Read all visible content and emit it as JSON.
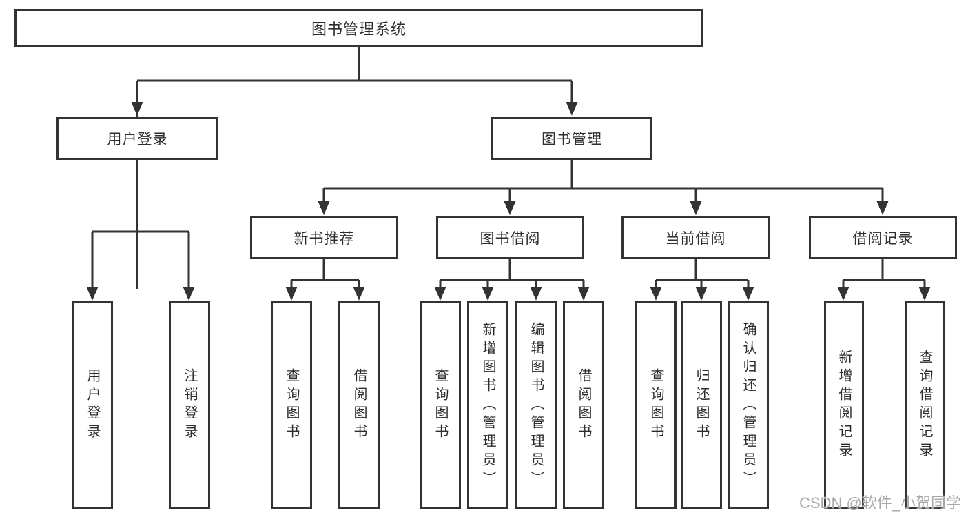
{
  "diagram": {
    "root": {
      "label": "图书管理系统"
    },
    "level2": [
      {
        "label": "用户登录"
      },
      {
        "label": "图书管理"
      }
    ],
    "level3": [
      {
        "label": "新书推荐"
      },
      {
        "label": "图书借阅"
      },
      {
        "label": "当前借阅"
      },
      {
        "label": "借阅记录"
      }
    ],
    "leaves": [
      {
        "label": "用户登录"
      },
      {
        "label": "注销登录"
      },
      {
        "label": "查询图书"
      },
      {
        "label": "借阅图书"
      },
      {
        "label": "查询图书"
      },
      {
        "label": "新增图书（管理员）"
      },
      {
        "label": "编辑图书（管理员）"
      },
      {
        "label": "借阅图书"
      },
      {
        "label": "查询图书"
      },
      {
        "label": "归还图书"
      },
      {
        "label": "确认归还（管理员）"
      },
      {
        "label": "新增借阅记录"
      },
      {
        "label": "查询借阅记录"
      }
    ]
  },
  "watermark": {
    "text": "CSDN @软件_小贺同学"
  },
  "colors": {
    "line": "#333333",
    "text": "#2d2d2d",
    "watermark": "#a8a8a8",
    "background": "#ffffff"
  }
}
